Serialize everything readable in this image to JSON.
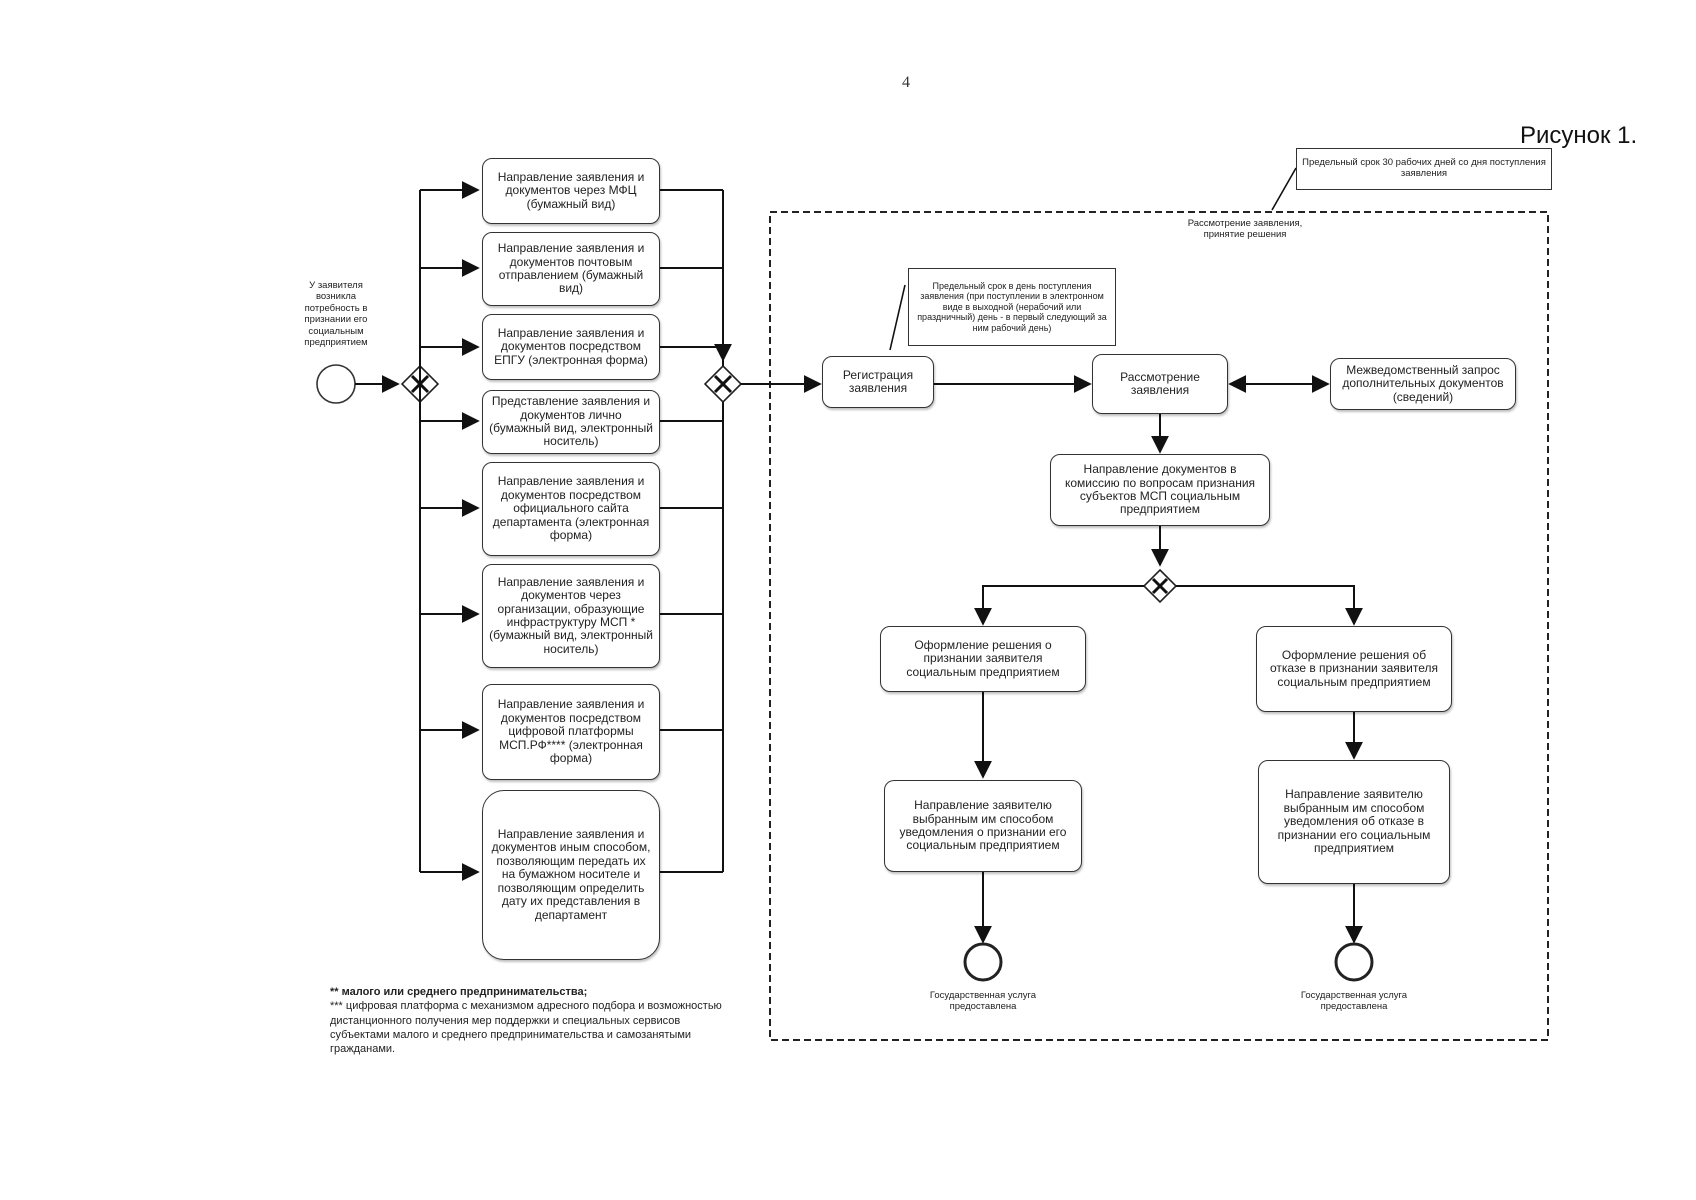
{
  "page_number": "4",
  "figure_label": "Рисунок 1.",
  "start_event_label": "У заявителя возникла потребность в признании его социальным предприятием",
  "submission_channels": [
    "Направление заявления и документов через МФЦ (бумажный вид)",
    "Направление заявления и документов почтовым отправлением (бумажный вид)",
    "Направление заявления и документов посредством ЕПГУ (электронная форма)",
    "Представление заявления и документов лично (бумажный вид, электронный носитель)",
    "Направление заявления и документов посредством официального сайта департамента (электронная форма)",
    "Направление заявления и документов через организации, образующие инфраструктуру МСП * (бумажный вид, электронный носитель)",
    "Направление заявления и документов посредством цифровой платформы МСП.РФ**** (электронная форма)",
    "Направление заявления и документов иным способом, позволяющим передать их на бумажном носителе и позволяющим определить дату их представления в департамент"
  ],
  "pool": {
    "label": "Рассмотрение заявления, принятие решения",
    "deadline_note": "Предельный срок 30 рабочих дней со дня поступления заявления"
  },
  "registration": {
    "label": "Регистрация заявления",
    "note": "Предельный срок в день поступления заявления (при поступлении в электронном виде в выходной (нерабочий или праздничный) день - в первый следующий за ним рабочий день)"
  },
  "review": "Рассмотрение заявления",
  "interagency_request": "Межведомственный запрос дополнительных документов (сведений)",
  "to_commission": "Направление документов в комиссию по вопросам признания субъектов МСП социальным предприятием",
  "decision_positive": "Оформление решения о признании заявителя социальным предприятием",
  "decision_negative": "Оформление решения об отказе в признании заявителя социальным предприятием",
  "notify_positive": "Направление заявителю выбранным им способом уведомления о признании его социальным предприятием",
  "notify_negative": "Направление заявителю выбранным им способом уведомления об отказе в признании его социальным предприятием",
  "end_event_labels": [
    "Государственная услуга предоставлена",
    "Государственная услуга предоставлена"
  ],
  "footnotes": [
    "** малого или среднего предпринимательства;",
    "*** цифровая платформа с механизмом адресного подбора и возможностью дистанционного получения мер поддержки и специальных сервисов субъектами малого и среднего предпринимательства и самозанятыми гражданами."
  ]
}
